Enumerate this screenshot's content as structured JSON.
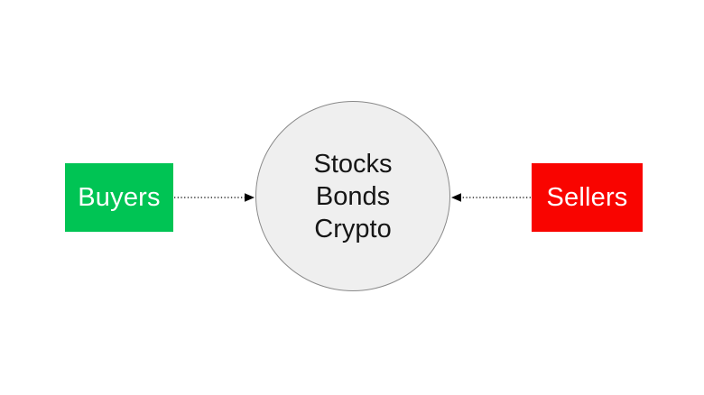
{
  "diagram": {
    "background": "#ffffff",
    "nodes": {
      "buyers": {
        "label": "Buyers",
        "fill": "#00c454",
        "text_color": "#ffffff"
      },
      "sellers": {
        "label": "Sellers",
        "fill": "#f90400",
        "text_color": "#ffffff"
      },
      "market": {
        "lines": [
          "Stocks",
          "Bonds",
          "Crypto"
        ],
        "fill": "#efefef",
        "stroke": "#8a8a8a",
        "text_color": "#161616"
      }
    },
    "connectors": {
      "buyers_to_market": {
        "style": "dotted",
        "color": "#000000",
        "direction": "right"
      },
      "sellers_to_market": {
        "style": "dotted",
        "color": "#000000",
        "direction": "left"
      }
    }
  }
}
